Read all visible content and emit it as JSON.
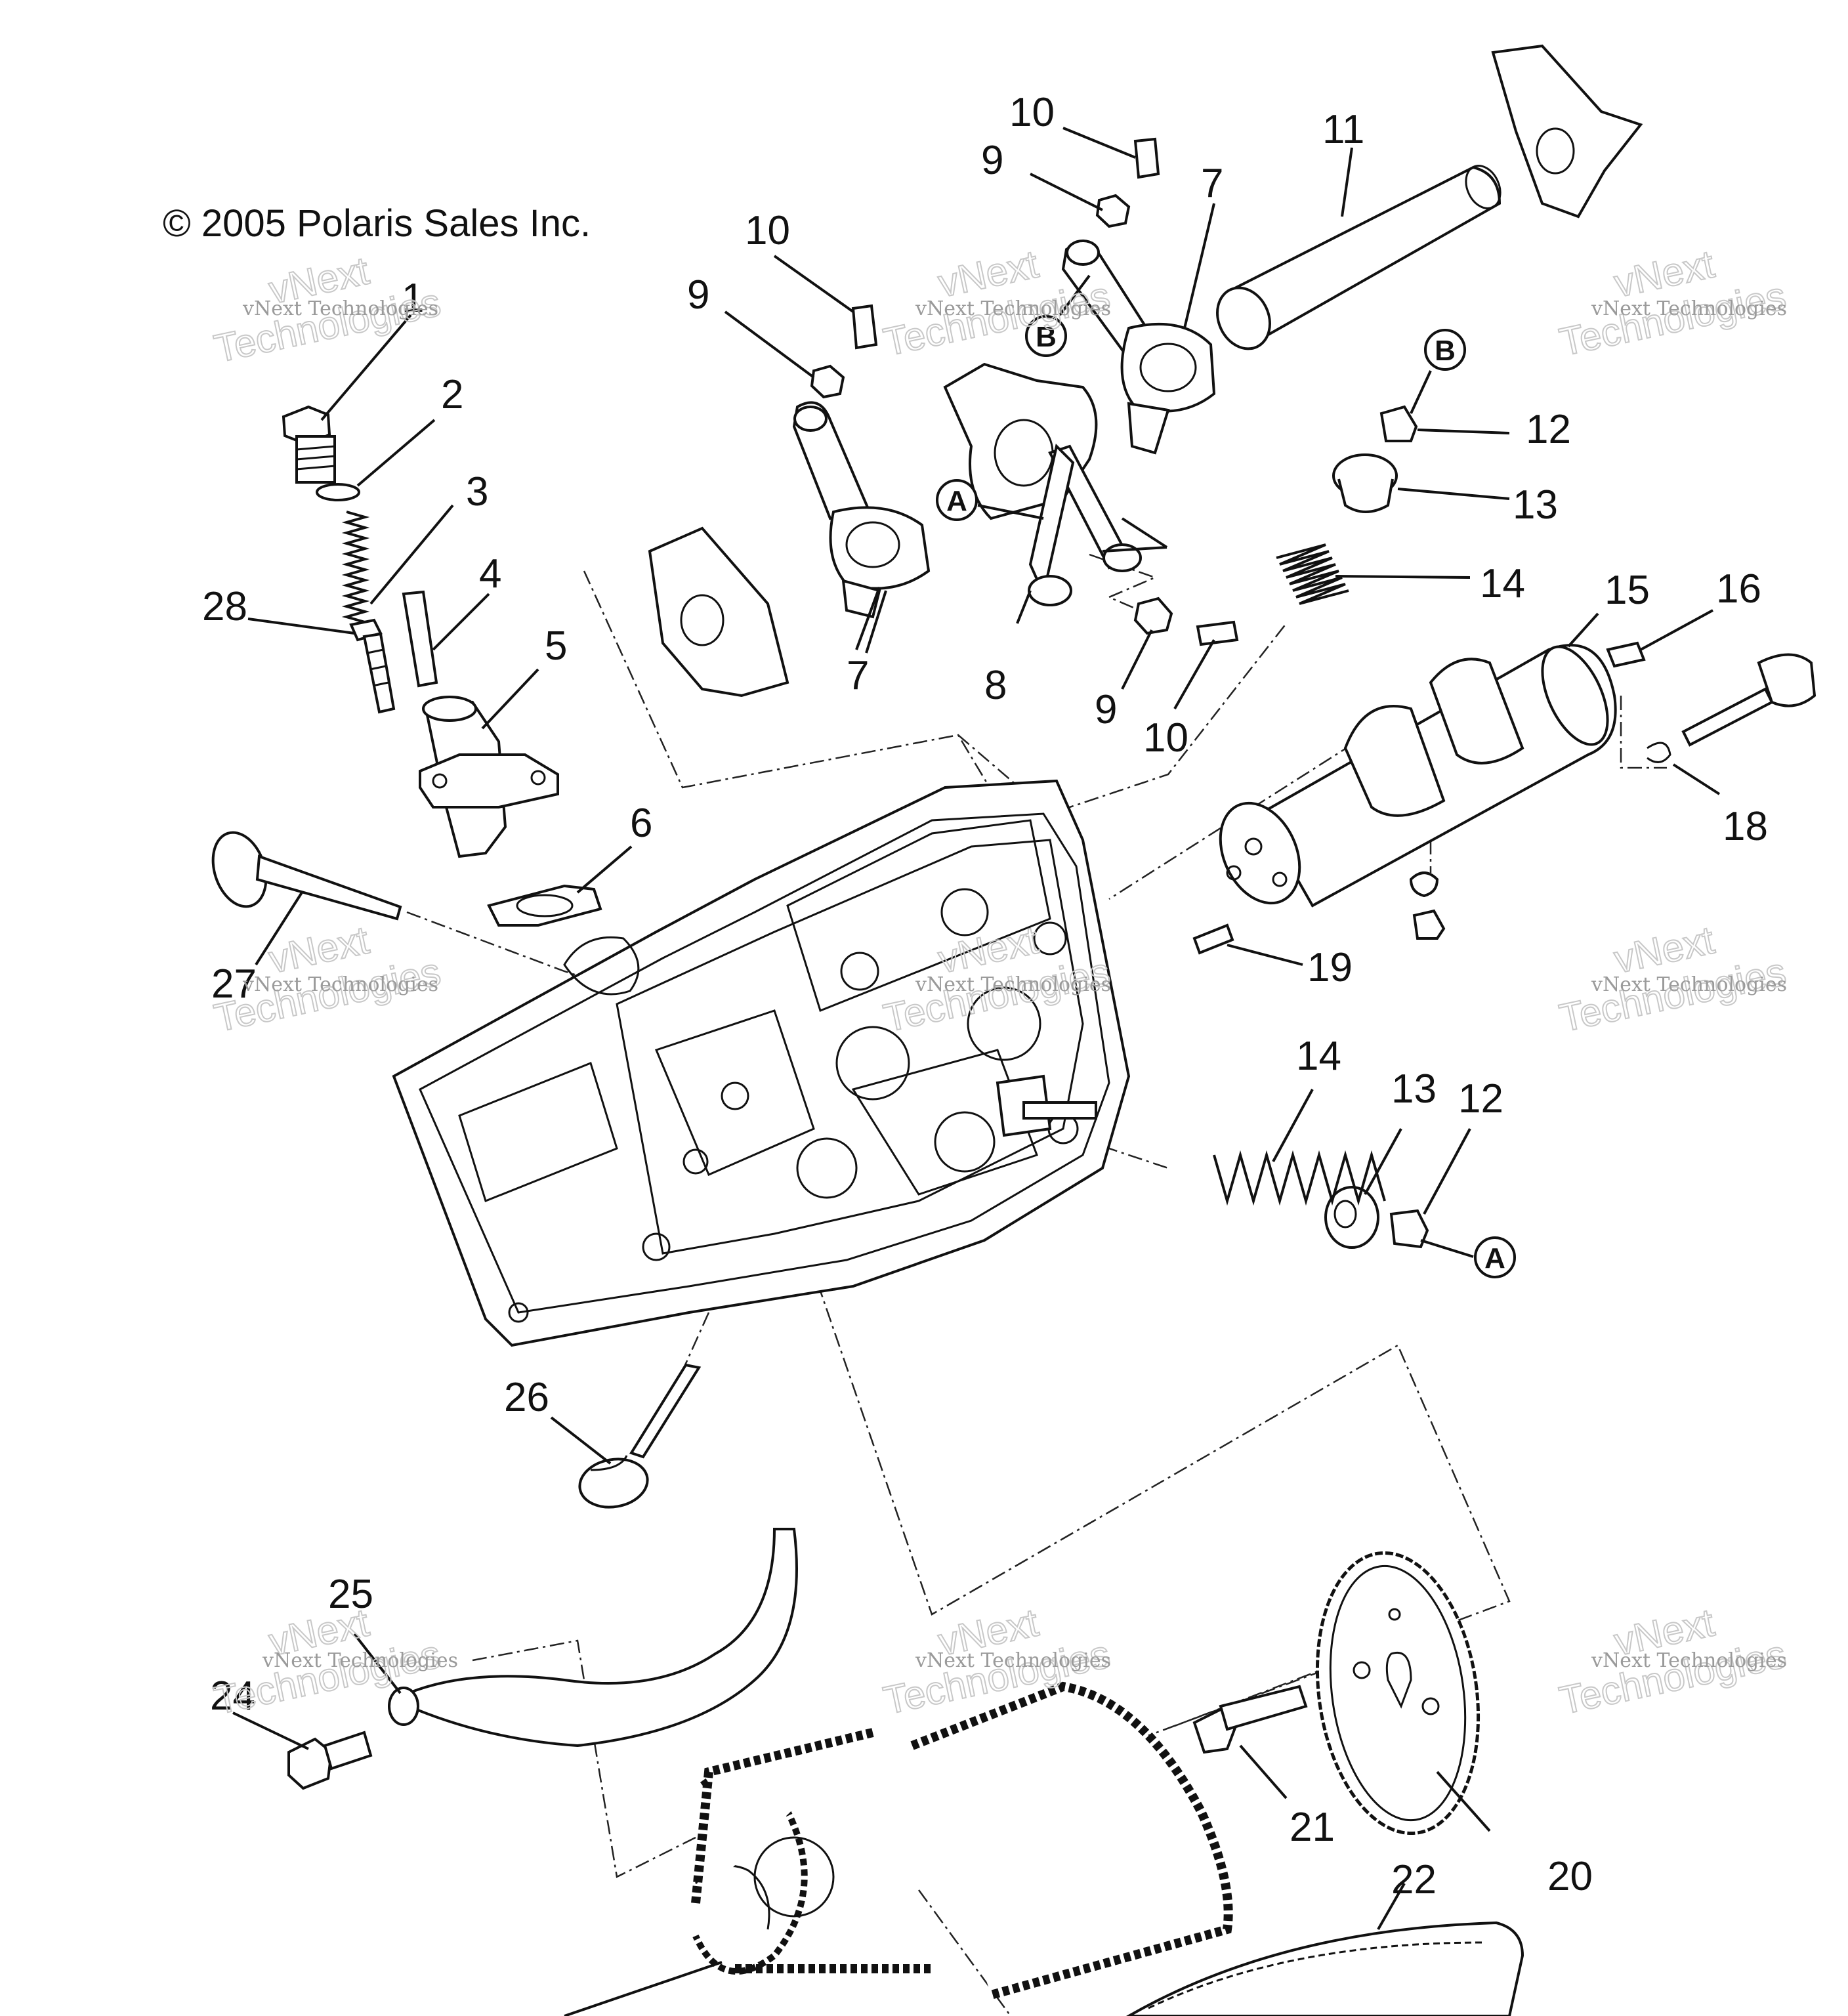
{
  "copyright": "© 2005 Polaris Sales Inc.",
  "watermark": {
    "small": "vNext Technologies",
    "large_top": "vNext",
    "large_bottom": "Technologies"
  },
  "callouts": {
    "c1": "1",
    "c2": "2",
    "c3": "3",
    "c4": "4",
    "c5": "5",
    "c6": "6",
    "c7a": "7",
    "c7b": "7",
    "c8": "8",
    "c9a": "9",
    "c9b": "9",
    "c9c": "9",
    "c10a": "10",
    "c10b": "10",
    "c10c": "10",
    "c11": "11",
    "c12a": "12",
    "c12b": "12",
    "c13a": "13",
    "c13b": "13",
    "c14a": "14",
    "c14b": "14",
    "c15": "15",
    "c16": "16",
    "c18": "18",
    "c19": "19",
    "c20": "20",
    "c21": "21",
    "c22": "22",
    "c24": "24",
    "c25": "25",
    "c26": "26",
    "c27": "27",
    "c28": "28"
  },
  "reference_markers": {
    "a1": "A",
    "a2": "A",
    "b1": "B",
    "b2": "B"
  }
}
